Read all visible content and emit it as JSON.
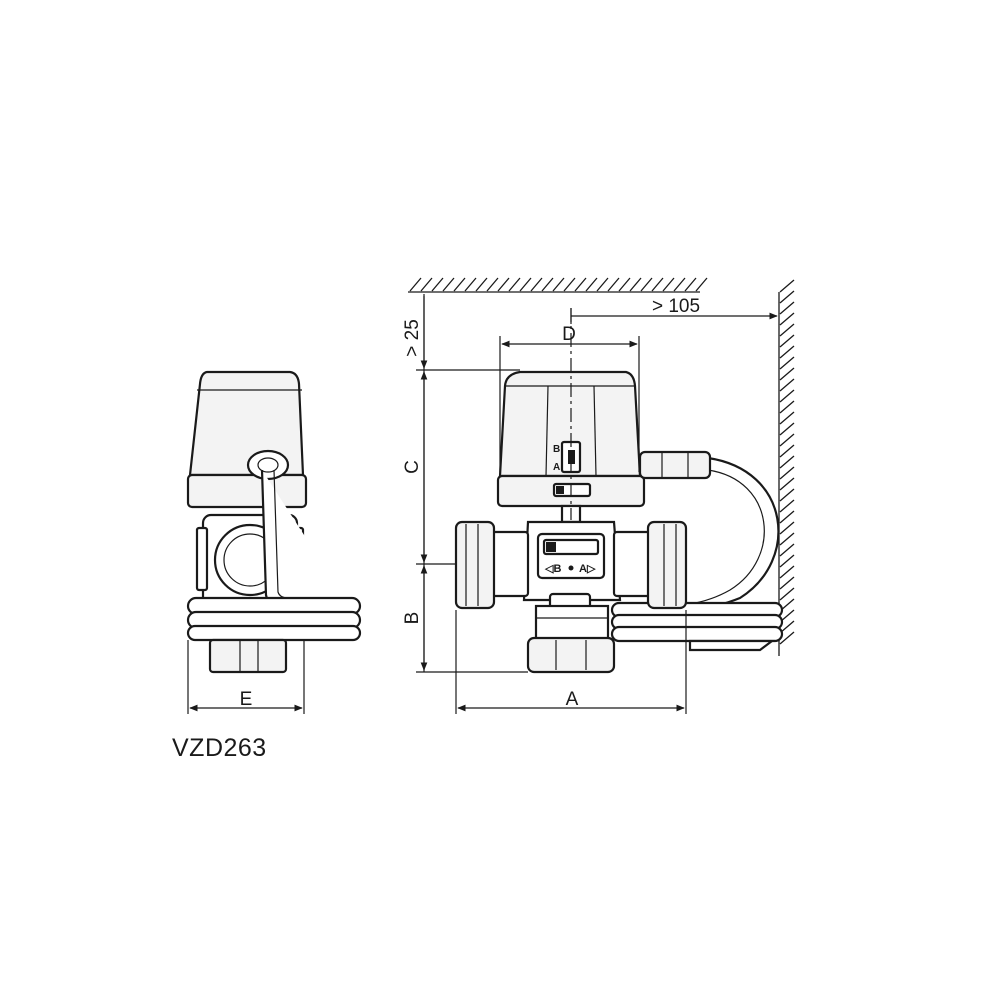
{
  "model_label": "VZD263",
  "dimensions": {
    "A": "A",
    "B": "B",
    "C": "C",
    "D": "D",
    "E": "E",
    "clearance_top": "> 25",
    "clearance_side": "> 105"
  },
  "valve_marking": {
    "port_b": "◁B",
    "port_a": "A▷",
    "actuator_a": "A",
    "actuator_b": "B"
  },
  "colors": {
    "line": "#1a1a1a",
    "fill": "#ffffff"
  }
}
